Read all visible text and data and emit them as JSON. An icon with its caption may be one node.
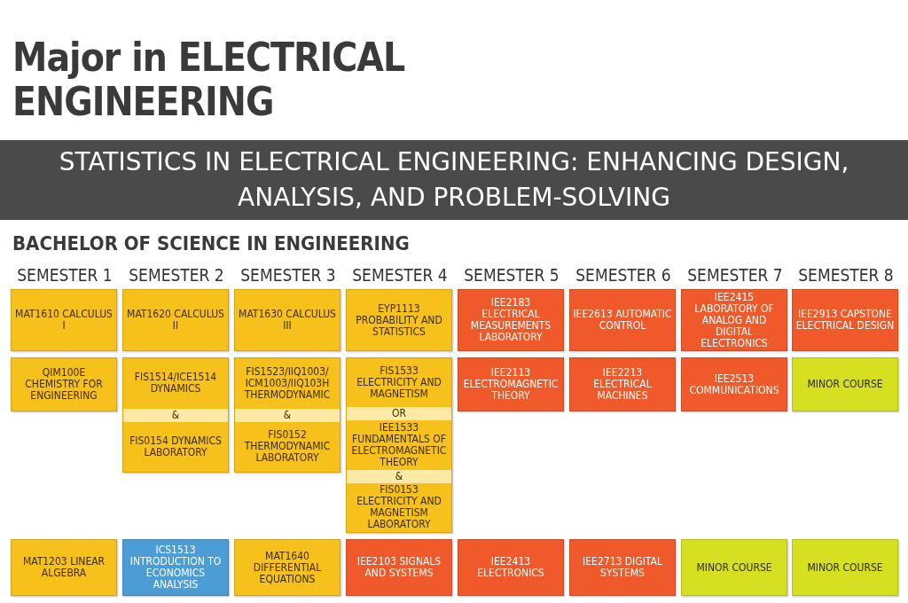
{
  "diagram": {
    "title": "Major in ELECTRICAL ENGINEERING",
    "caption": "STATISTICS IN ELECTRICAL ENGINEERING: ENHANCING DESIGN, ANALYSIS, AND PROBLEM-SOLVING",
    "nodes": [
      {
        "text": [
          "MAT1610 CALCULUS I"
        ]
      },
      {
        "text": [
          "MAT1620 CALCULUS II"
        ]
      },
      {
        "text": [
          "MAT1630 CALCULUS III"
        ]
      },
      {
        "text": [
          "EYP1113 PROBABILITY AND STATISTICS"
        ]
      },
      {
        "text": [
          "IEE2183 ELECTRICAL MEASUREMENTS LABORATORY"
        ]
      },
      {
        "text": [
          "IEE2613 AUTOMATIC CONTROL"
        ]
      },
      {
        "text": [
          "IEE2415 LABORATORY OF ANALOG AND DIGITAL ELECTRONICS"
        ]
      },
      {
        "text": [
          "IEE2913 CAPSTONE ELECTRICAL DESIGN"
        ]
      },
      {
        "text": [
          "QIM100E CHEMISTRY FOR ENGINEERING"
        ]
      },
      {
        "text": [
          "FIS1514/ICE1514 DYNAMICS",
          "&",
          "FIS0154 DYNAMICS LABORATORY"
        ]
      },
      {
        "text": [
          "FIS1523/IIQ1003/ ICM1003/IIQ103H THERMODYNAMIC",
          "&",
          "FIS0152 THERMODYNAMIC LABORATORY"
        ]
      },
      {
        "text": [
          "FIS1533 ELECTRICITY AND MAGNETISM",
          "OR",
          "IEE1533 FUNDAMENTALS OF ELECTROMAGNETIC THEORY",
          "&",
          "FIS0153 ELECTRICITY AND MAGNETISM LABORATORY"
        ]
      },
      {
        "text": [
          "IEE2113 ELECTROMAGNETIC THEORY"
        ]
      },
      {
        "text": [
          "IEE2213 ELECTRICAL MACHINES"
        ]
      },
      {
        "text": [
          "IEE2513 COMMUNICATIONS"
        ]
      },
      {
        "text": [
          "MINOR COURSE"
        ]
      },
      {
        "text": [
          "MAT1203 LINEAR ALGEBRA"
        ]
      },
      {
        "text": [
          "ICS1513 INTRODUCTION TO ECONOMICS ANALYSIS"
        ]
      },
      {
        "text": [
          "MAT1640 DIFFERENTIAL EQUATIONS"
        ]
      },
      {
        "text": [
          "IEE2103 SIGNALS AND SYSTEMS"
        ]
      },
      {
        "text": [
          "IEE2413 ELECTRONICS"
        ]
      },
      {
        "text": [
          "IEE2713 DIGITAL SYSTEMS"
        ]
      },
      {
        "text": [
          "MINOR COURSE"
        ]
      },
      {
        "text": [
          "MINOR COURSE"
        ]
      }
    ],
    "labels": [
      "BACHELOR OF SCIENCE IN ENGINEERING",
      "SEMESTER 1",
      "SEMESTER 2",
      "SEMESTER 3",
      "SEMESTER 4",
      "SEMESTER 5",
      "SEMESTER 6",
      "SEMESTER 7",
      "SEMESTER 8"
    ]
  }
}
